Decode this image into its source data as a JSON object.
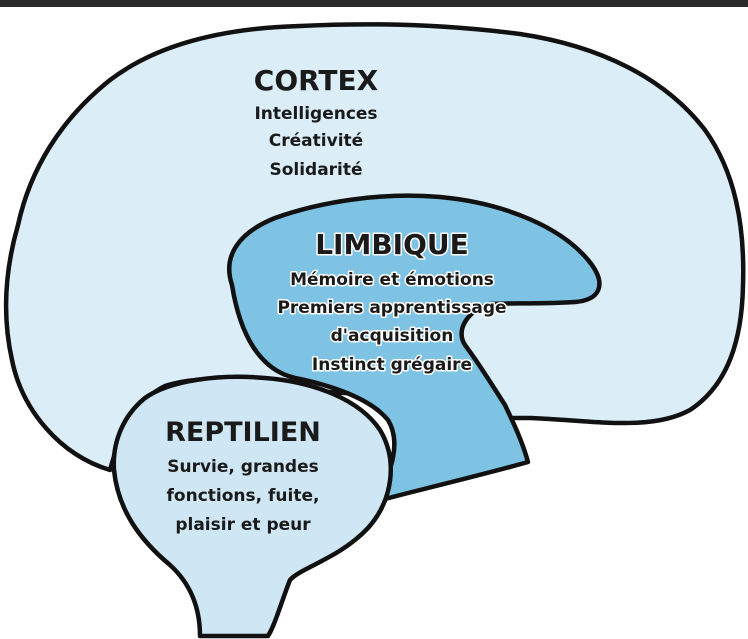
{
  "colors": {
    "cortex_fill": "#dbeef8",
    "limbique_fill": "#7ec3e3",
    "reptilien_fill": "#cfe7f4",
    "outline": "#111111",
    "top_bar": "#2b2b2b"
  },
  "cortex": {
    "title": "CORTEX",
    "lines": [
      "Intelligences",
      "Créativité",
      "Solidarité"
    ]
  },
  "limbique": {
    "title": "LIMBIQUE",
    "lines": [
      "Mémoire et émotions",
      "Premiers apprentissage",
      "d'acquisition",
      "Instinct grégaire"
    ]
  },
  "reptilien": {
    "title": "REPTILIEN",
    "lines": [
      "Survie, grandes",
      "fonctions, fuite,",
      "plaisir et peur"
    ]
  }
}
